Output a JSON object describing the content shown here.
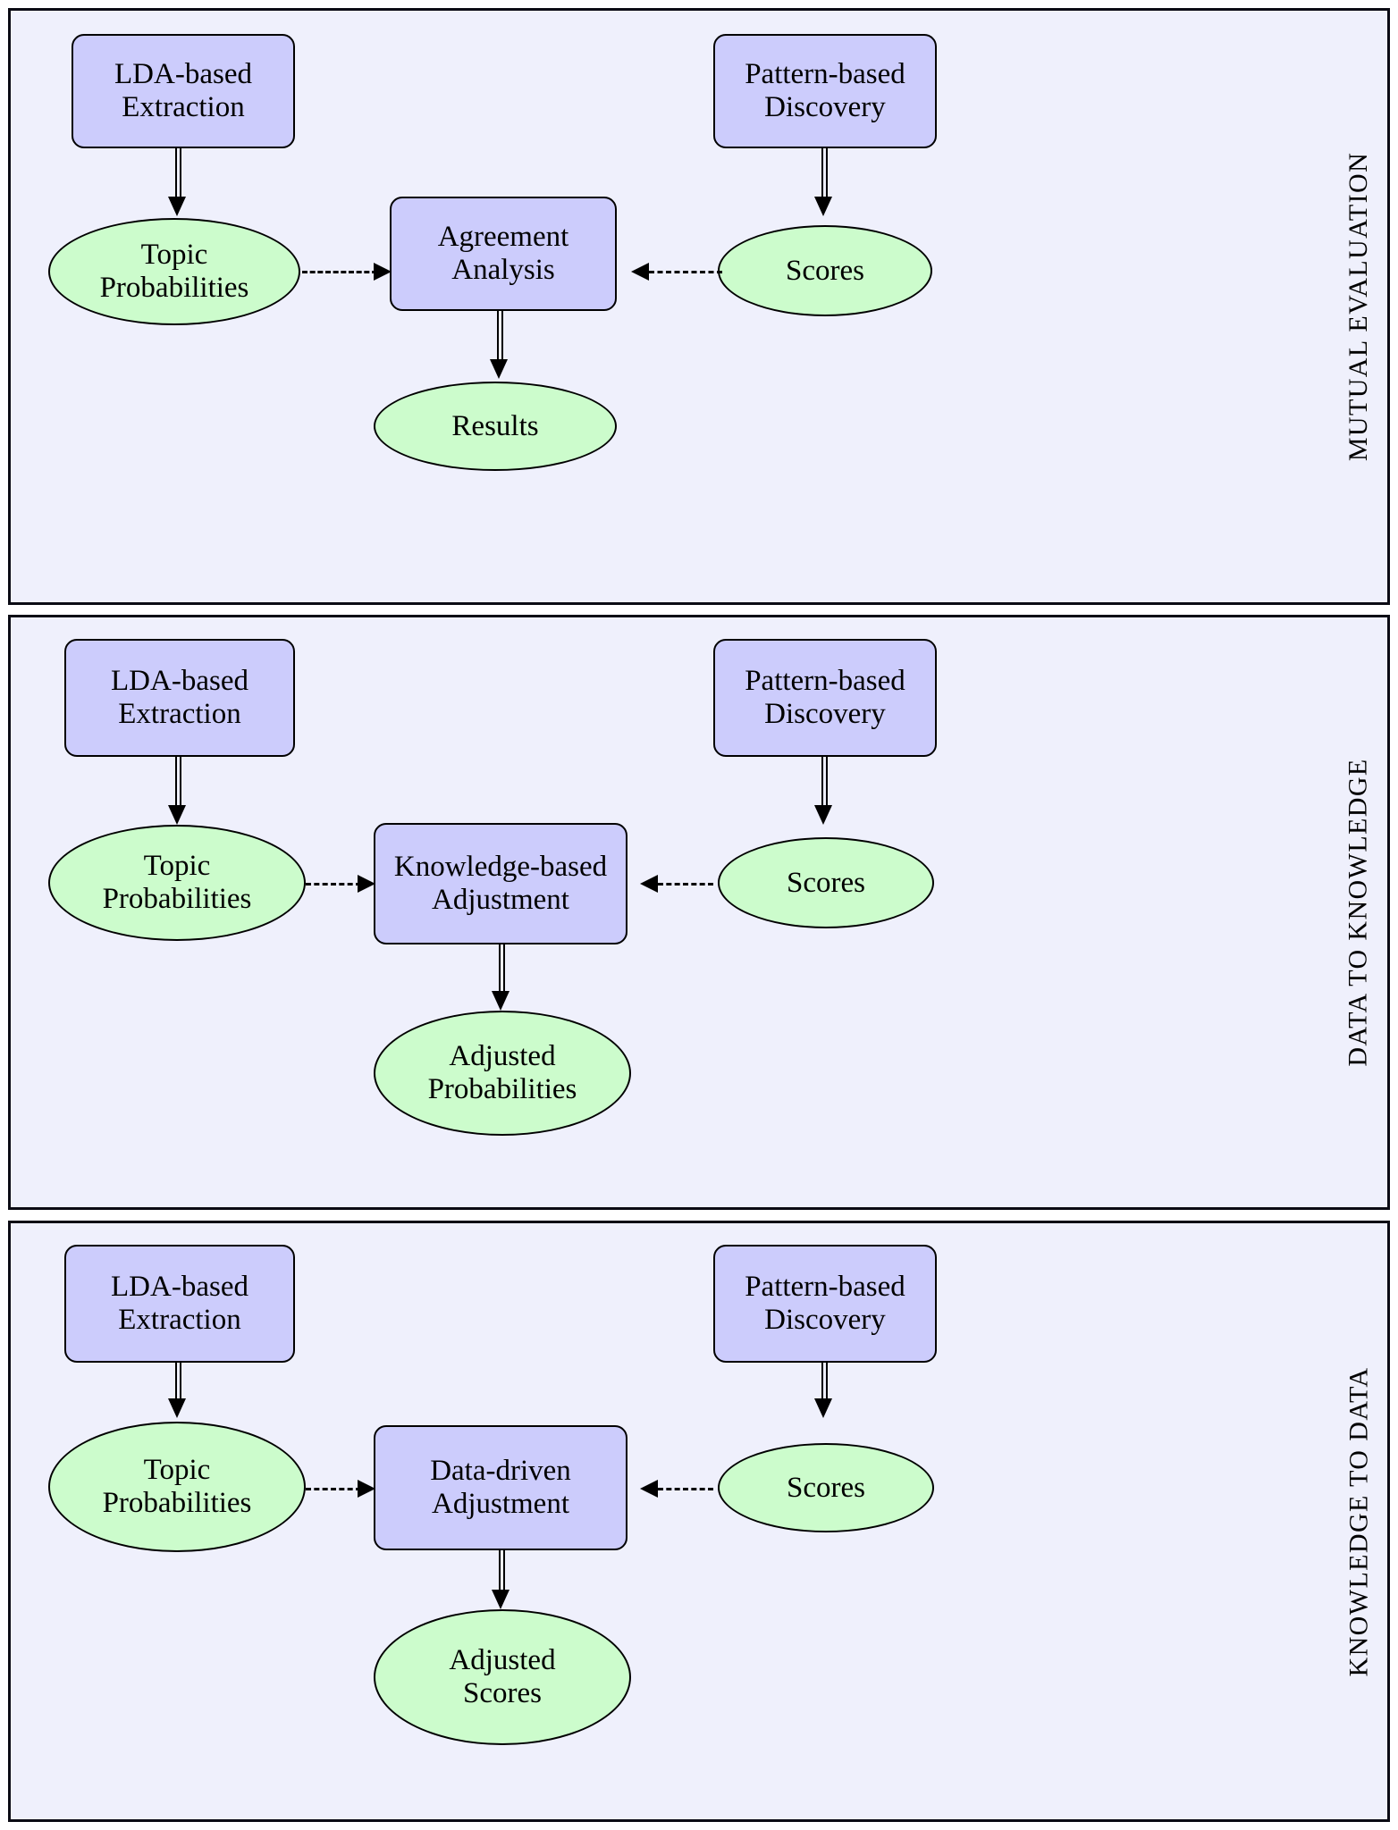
{
  "figure": {
    "kind": "flowchart",
    "background_color": "#eff0fc",
    "process_fill": "#ccccfc",
    "data_fill": "#ccfccc",
    "border_color": "#000000"
  },
  "panels": [
    {
      "side_label": "MUTUAL EVALUATION",
      "nodes": {
        "left_source": {
          "line1": "LDA-based",
          "line2": "Extraction"
        },
        "left_data": {
          "line1": "Topic",
          "line2": "Probabilities"
        },
        "center": {
          "line1": "Agreement",
          "line2": "Analysis"
        },
        "right_source": {
          "line1": "Pattern-based",
          "line2": "Discovery"
        },
        "right_data": {
          "line1": "Scores",
          "line2": ""
        },
        "output": {
          "line1": "Results",
          "line2": ""
        }
      }
    },
    {
      "side_label": "DATA TO KNOWLEDGE",
      "nodes": {
        "left_source": {
          "line1": "LDA-based",
          "line2": "Extraction"
        },
        "left_data": {
          "line1": "Topic",
          "line2": "Probabilities"
        },
        "center": {
          "line1": "Knowledge-based",
          "line2": "Adjustment"
        },
        "right_source": {
          "line1": "Pattern-based",
          "line2": "Discovery"
        },
        "right_data": {
          "line1": "Scores",
          "line2": ""
        },
        "output": {
          "line1": "Adjusted",
          "line2": "Probabilities"
        }
      }
    },
    {
      "side_label": "KNOWLEDGE TO DATA",
      "nodes": {
        "left_source": {
          "line1": "LDA-based",
          "line2": "Extraction"
        },
        "left_data": {
          "line1": "Topic",
          "line2": "Probabilities"
        },
        "center": {
          "line1": "Data-driven",
          "line2": "Adjustment"
        },
        "right_source": {
          "line1": "Pattern-based",
          "line2": "Discovery"
        },
        "right_data": {
          "line1": "Scores",
          "line2": ""
        },
        "output": {
          "line1": "Adjusted",
          "line2": "Scores"
        }
      }
    }
  ]
}
